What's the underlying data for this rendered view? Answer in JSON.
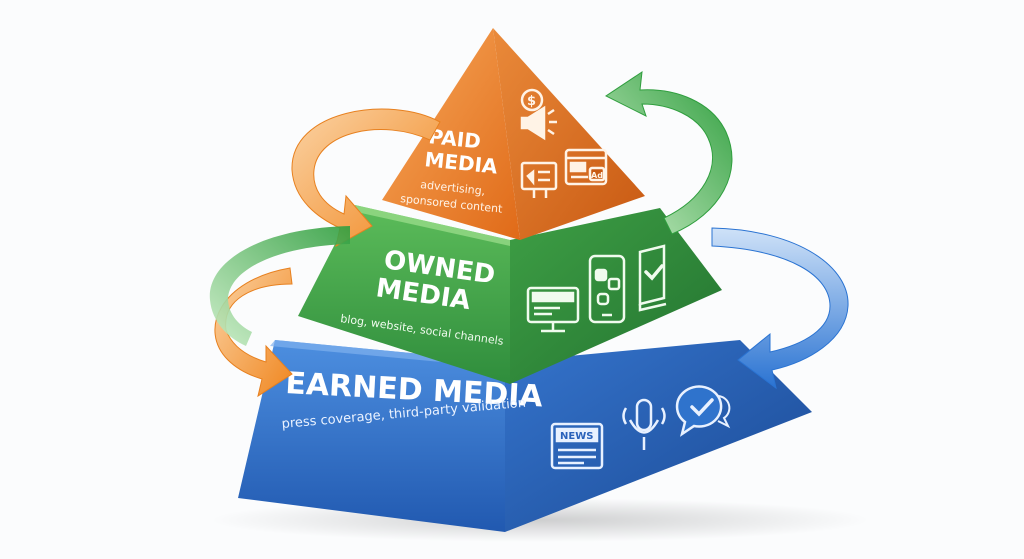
{
  "tiers": {
    "paid": {
      "title_line1": "PAID",
      "title_line2": "MEDIA",
      "desc_line1": "advertising,",
      "desc_line2": "sponsored content",
      "icon_text": "Ad",
      "colors": {
        "front": "#e57a26",
        "side": "#c85f14",
        "light": "#f6a45a"
      }
    },
    "owned": {
      "title_line1": "OWNED",
      "title_line2": "MEDIA",
      "desc": "blog, website, social channels",
      "colors": {
        "front": "#3ca24a",
        "side": "#2b8238",
        "light": "#7ccc6e"
      }
    },
    "earned": {
      "title": "EARNED MEDIA",
      "desc_line1": "press coverage, third-party validation",
      "icon_text": "NEWS",
      "colors": {
        "front": "#2f73cc",
        "side": "#2058a8",
        "light": "#6fa8e8"
      }
    }
  },
  "arrows": [
    {
      "name": "orange-arrow-top-left",
      "color": "#f28a2c"
    },
    {
      "name": "orange-arrow-bottom-left",
      "color": "#f28a2c"
    },
    {
      "name": "green-arrow-top-right",
      "color": "#4cb04f"
    },
    {
      "name": "green-arrow-left",
      "color": "#4cb04f"
    },
    {
      "name": "blue-arrow-right",
      "color": "#2f7fd8"
    }
  ],
  "icons": {
    "paid": [
      "dollar-coin-icon",
      "megaphone-icon",
      "billboard-icon",
      "browser-ad-icon"
    ],
    "owned": [
      "monitor-icon",
      "smartphone-social-icon",
      "book-check-icon"
    ],
    "earned": [
      "newspaper-icon",
      "microphone-icon",
      "chat-check-icon"
    ]
  }
}
